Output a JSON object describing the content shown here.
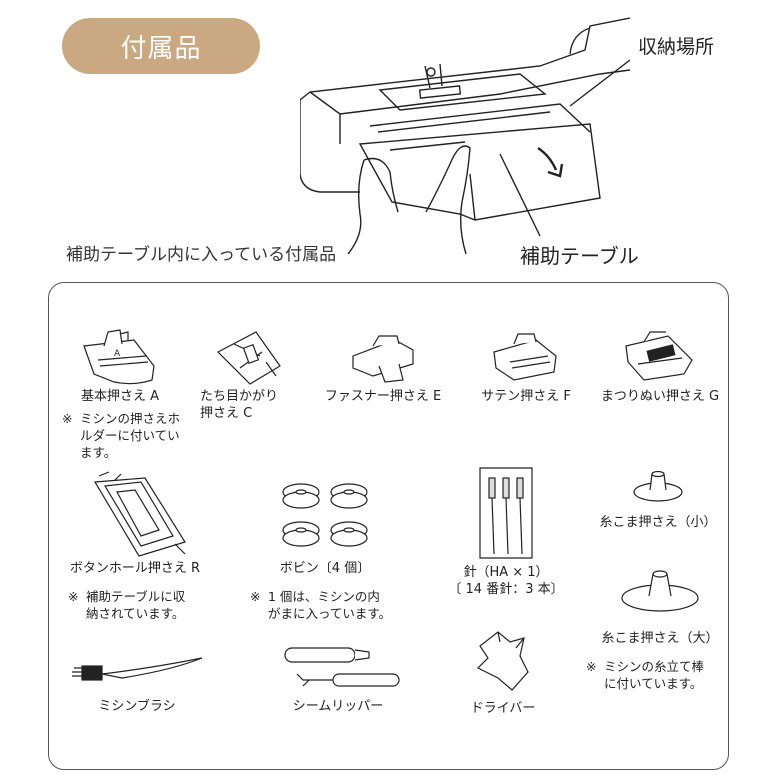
{
  "header": {
    "title": "付属品"
  },
  "hero": {
    "storage_label": "収納場所",
    "table_label": "補助テーブル"
  },
  "section": {
    "subtitle": "補助テーブル内に入っている付属品"
  },
  "colors": {
    "accent": "#c9a882",
    "highlight": "#f5daaa"
  },
  "items": [
    {
      "label": "基本押さえ A",
      "icon": "presser-foot-a-icon"
    },
    {
      "label_lines": [
        "たち目かがり",
        "押さえ C"
      ],
      "icon": "overcasting-foot-c-icon"
    },
    {
      "label": "ファスナー押さえ E",
      "icon": "zipper-foot-e-icon"
    },
    {
      "label": "サテン押さえ F",
      "icon": "satin-foot-f-icon"
    },
    {
      "label": "まつりぬい押さえ G",
      "icon": "blind-stitch-foot-g-icon"
    },
    {
      "label": "ボタンホール押さえ R",
      "icon": "buttonhole-foot-r-icon"
    },
    {
      "label": "ボビン〔4 個〕",
      "icon": "bobbin-icon"
    },
    {
      "label_lines": [
        "針（HA × 1）",
        "〔 14 番針：3 本〕"
      ],
      "icon": "needle-pack-icon"
    },
    {
      "label": "糸こま押さえ（小）",
      "icon": "spool-cap-small-icon"
    },
    {
      "label": "糸こま押さえ（大）",
      "icon": "spool-cap-large-icon"
    },
    {
      "label": "ミシンブラシ",
      "icon": "brush-icon"
    },
    {
      "label": "シームリッパー",
      "icon": "seam-ripper-icon"
    },
    {
      "label": "ドライバー",
      "icon": "screwdriver-icon"
    }
  ],
  "notes": {
    "mark": "※",
    "foot_a": [
      "ミシンの押さえホ",
      "ルダーに付いてい",
      "ます。"
    ],
    "buttonhole": [
      "補助テーブルに収",
      "納されています。"
    ],
    "bobbin": [
      "1 個は、ミシンの内",
      "がまに入っています。"
    ],
    "spool_large": [
      "ミシンの糸立て棒",
      "に付いています。"
    ]
  }
}
